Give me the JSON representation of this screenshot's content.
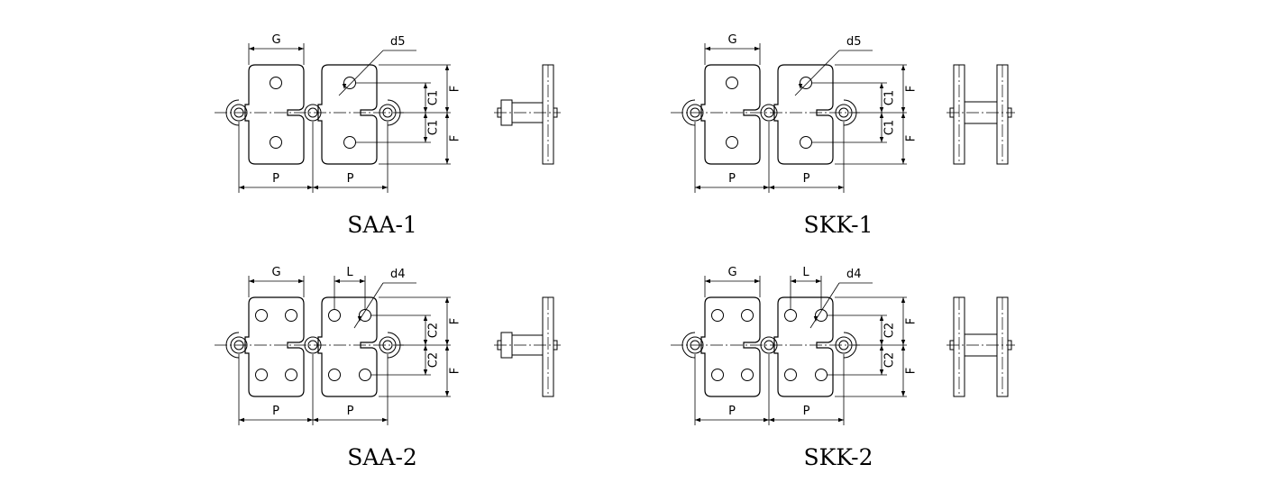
{
  "diagrams": [
    {
      "id": "saa-1",
      "caption": "SAA-1",
      "dim_g": "G",
      "dim_p": "P",
      "dim_c": "C1",
      "dim_f": "F",
      "dim_hole": "d5",
      "dim_l": ""
    },
    {
      "id": "skk-1",
      "caption": "SKK-1",
      "dim_g": "G",
      "dim_p": "P",
      "dim_c": "C1",
      "dim_f": "F",
      "dim_hole": "d5",
      "dim_l": ""
    },
    {
      "id": "saa-2",
      "caption": "SAA-2",
      "dim_g": "G",
      "dim_p": "P",
      "dim_c": "C2",
      "dim_f": "F",
      "dim_hole": "d4",
      "dim_l": "L"
    },
    {
      "id": "skk-2",
      "caption": "SKK-2",
      "dim_g": "G",
      "dim_p": "P",
      "dim_c": "C2",
      "dim_f": "F",
      "dim_hole": "d4",
      "dim_l": "L"
    }
  ]
}
